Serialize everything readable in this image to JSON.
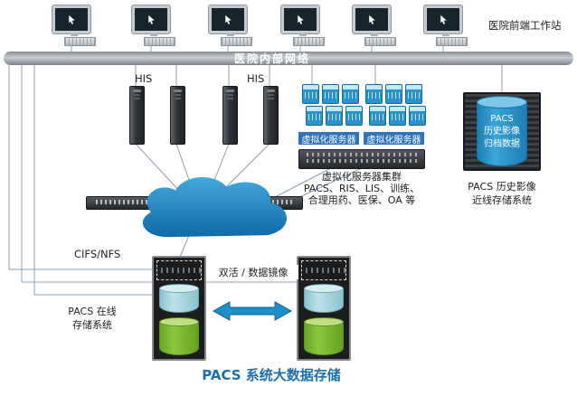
{
  "title": "PACS 系统大数据存储",
  "network": {
    "label": "医院内部网络"
  },
  "workstations": {
    "caption": "医院前端工作站"
  },
  "his": {
    "labels": [
      "HIS",
      "HIS"
    ]
  },
  "virtualization": {
    "group_labels": [
      "虚拟化服务器",
      "虚拟化服务器"
    ],
    "cluster_caption": [
      "虚拟化服务器集群",
      "PACS、RIS、LIS、训练、",
      "合理用药、医保、OA 等"
    ]
  },
  "nearline_storage": {
    "cylinder_lines": [
      "PACS",
      "历史影像",
      "归档数据"
    ],
    "caption": [
      "PACS 历史影像",
      "近线存储系统"
    ]
  },
  "online_storage": {
    "protocol_label": "CIFS/NFS",
    "caption": [
      "PACS 在线",
      "存储系统"
    ],
    "mirror_label": "双活 / 数据镜像"
  },
  "colors": {
    "cloud_blue": "#1f86c2",
    "server_blue": "#2a93cc",
    "label_blue": "#2f74b8",
    "title_blue": "#1a6fad",
    "cyan_cylinder": "#9fd0d8",
    "green_cylinder": "#7ab82e",
    "bar_gray": "#9aa0a5",
    "line_color": "#8aa0b4"
  }
}
